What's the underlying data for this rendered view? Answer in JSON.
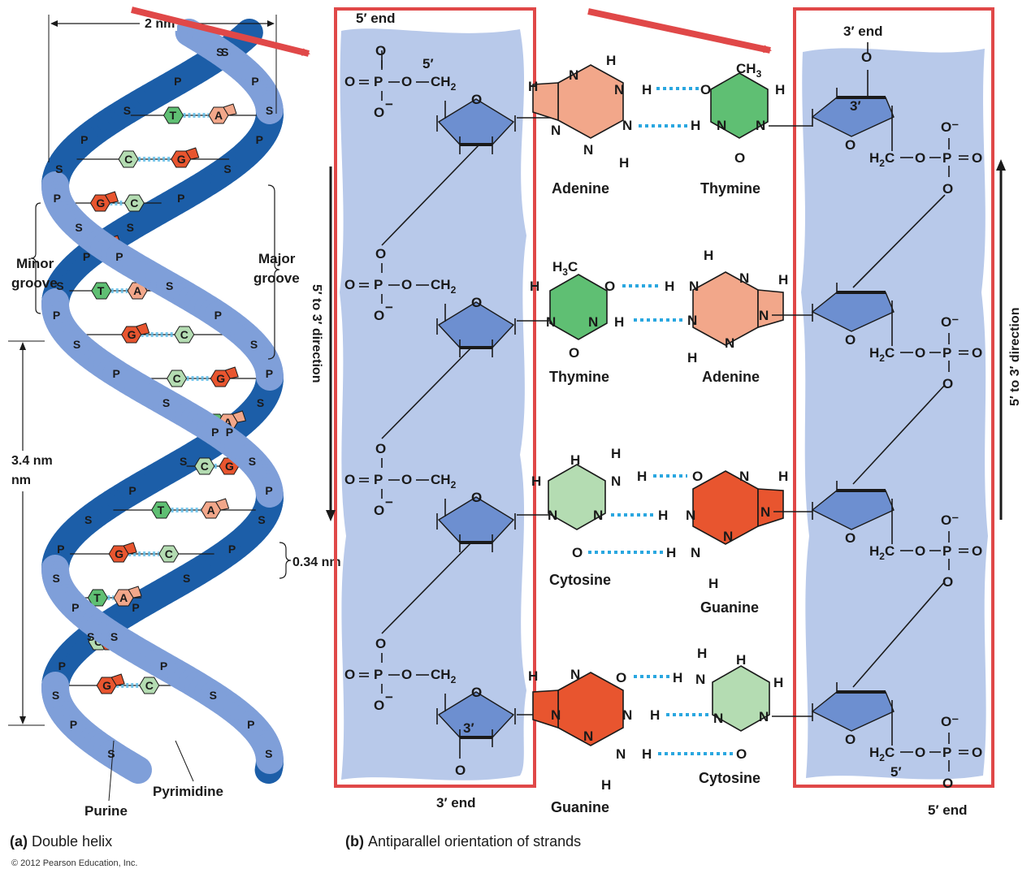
{
  "colors": {
    "strand_light": "#7f9fd9",
    "strand_dark": "#1c5ea8",
    "strand_panel": "#b8c9ea",
    "sugar": "#6d8fd0",
    "adenine": "#f2a78a",
    "thymine": "#5fbf73",
    "cytosine": "#b4dcb2",
    "guanine": "#e8552f",
    "hbond": "#2aa7e0",
    "highlight_box": "#e04848",
    "arrow": "#e04848"
  },
  "helix": {
    "width_label": "2 nm",
    "pitch_label": "3.4 nm",
    "rise_label": "0.34 nm",
    "minor_groove": "Minor groove",
    "major_groove": "Major groove",
    "purine_label": "Purine",
    "pyrimidine_label": "Pyrimidine",
    "phosphate_letter": "P",
    "sugar_letter": "S",
    "base_pairs": [
      {
        "left": "T",
        "right": "A"
      },
      {
        "left": "C",
        "right": "G"
      },
      {
        "left": "G",
        "right": "C"
      },
      {
        "left": "C",
        "right": "G"
      },
      {
        "left": "T",
        "right": "A"
      },
      {
        "left": "G",
        "right": "C"
      },
      {
        "left": "C",
        "right": "G"
      },
      {
        "left": "T",
        "right": "A"
      },
      {
        "left": "C",
        "right": "G"
      },
      {
        "left": "T",
        "right": "A"
      },
      {
        "left": "G",
        "right": "C"
      },
      {
        "left": "T",
        "right": "A"
      },
      {
        "left": "C",
        "right": "G"
      },
      {
        "left": "G",
        "right": "C"
      }
    ]
  },
  "strands": {
    "left_top": "5′ end",
    "left_bottom": "3′ end",
    "right_top": "3′ end",
    "right_bottom": "5′ end",
    "left_direction": "5′ to 3′ direction",
    "right_direction": "5′ to 3′ direction",
    "carbon_5": "5′",
    "carbon_3": "3′"
  },
  "chem": {
    "O": "O",
    "P": "P",
    "N": "N",
    "H": "H",
    "CH2": "CH",
    "sub2": "2",
    "H2C": "H",
    "CH3": "CH",
    "sub3": "3",
    "H3C": "H",
    "Ominus": "O⁻",
    "minus": "−"
  },
  "bases": {
    "row1_left": "Adenine",
    "row1_right": "Thymine",
    "row2_left": "Thymine",
    "row2_right": "Adenine",
    "row3_left": "Cytosine",
    "row3_right": "Guanine",
    "row4_left": "Guanine",
    "row4_right": "Cytosine"
  },
  "captions": {
    "a_tag": "(a)",
    "a_text": "Double helix",
    "b_tag": "(b)",
    "b_text": "Antiparallel orientation of strands",
    "copyright": "© 2012 Pearson Education, Inc."
  }
}
